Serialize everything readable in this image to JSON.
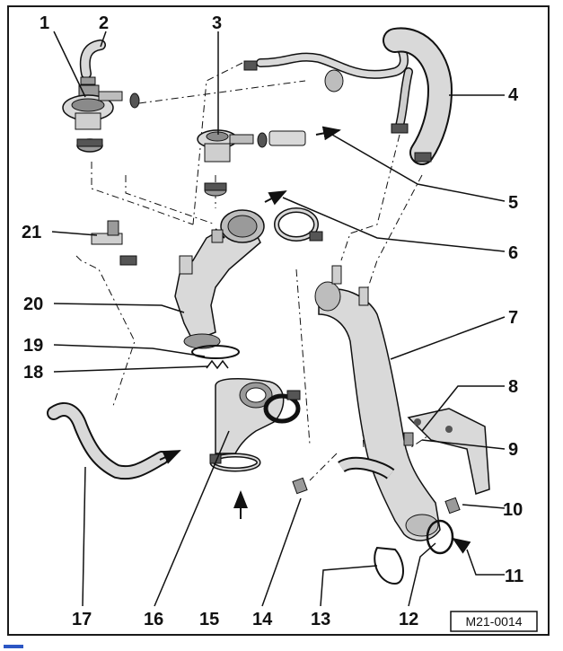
{
  "diagram": {
    "reference_code": "M21-0014",
    "callouts": [
      "1",
      "2",
      "3",
      "4",
      "5",
      "6",
      "7",
      "8",
      "9",
      "10",
      "11",
      "12",
      "13",
      "14",
      "15",
      "16",
      "17",
      "18",
      "19",
      "20",
      "21"
    ]
  },
  "colors": {
    "line": "#111111",
    "part_fill": "#d9d9d9",
    "part_shade": "#9a9a9a",
    "frame": "#1a1a1a"
  }
}
